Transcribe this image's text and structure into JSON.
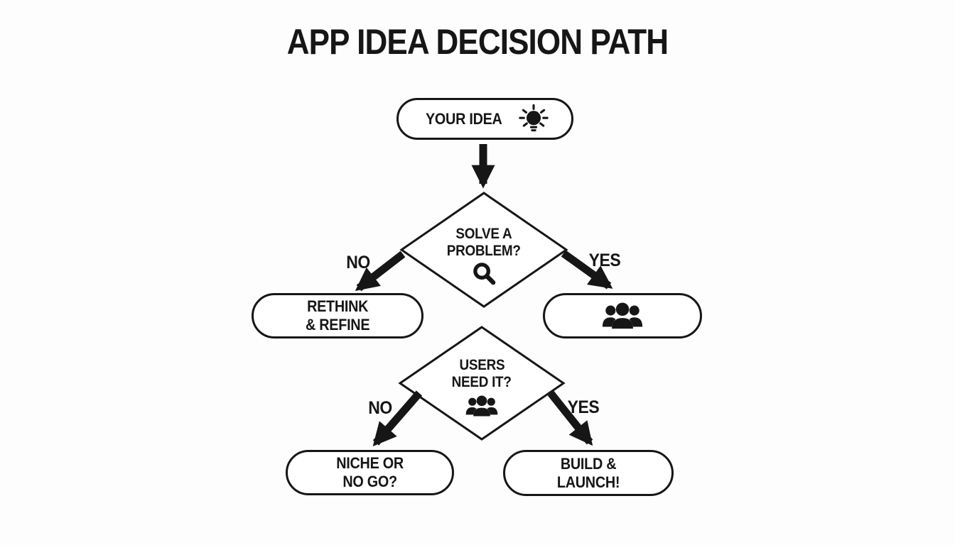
{
  "title": "APP IDEA DECISION PATH",
  "colors": {
    "ink": "#161616",
    "background": "#ffffff"
  },
  "nodes": {
    "start": {
      "label": "YOUR IDEA",
      "icon": "lightbulb-icon"
    },
    "decision1": {
      "line1": "SOLVE A",
      "line2": "PROBLEM?",
      "icon": "magnifier-icon"
    },
    "rethink": {
      "line1": "RETHINK",
      "line2": "& REFINE"
    },
    "users_pill": {
      "icon": "people-icon"
    },
    "decision2": {
      "line1": "USERS",
      "line2": "NEED IT?",
      "icon": "people-icon"
    },
    "niche": {
      "line1": "NICHE OR",
      "line2": "NO GO?"
    },
    "build": {
      "line1": "BUILD &",
      "line2": "LAUNCH!"
    }
  },
  "edges": {
    "decision1_no": "NO",
    "decision1_yes": "YES",
    "decision2_no": "NO",
    "decision2_yes": "YES"
  }
}
